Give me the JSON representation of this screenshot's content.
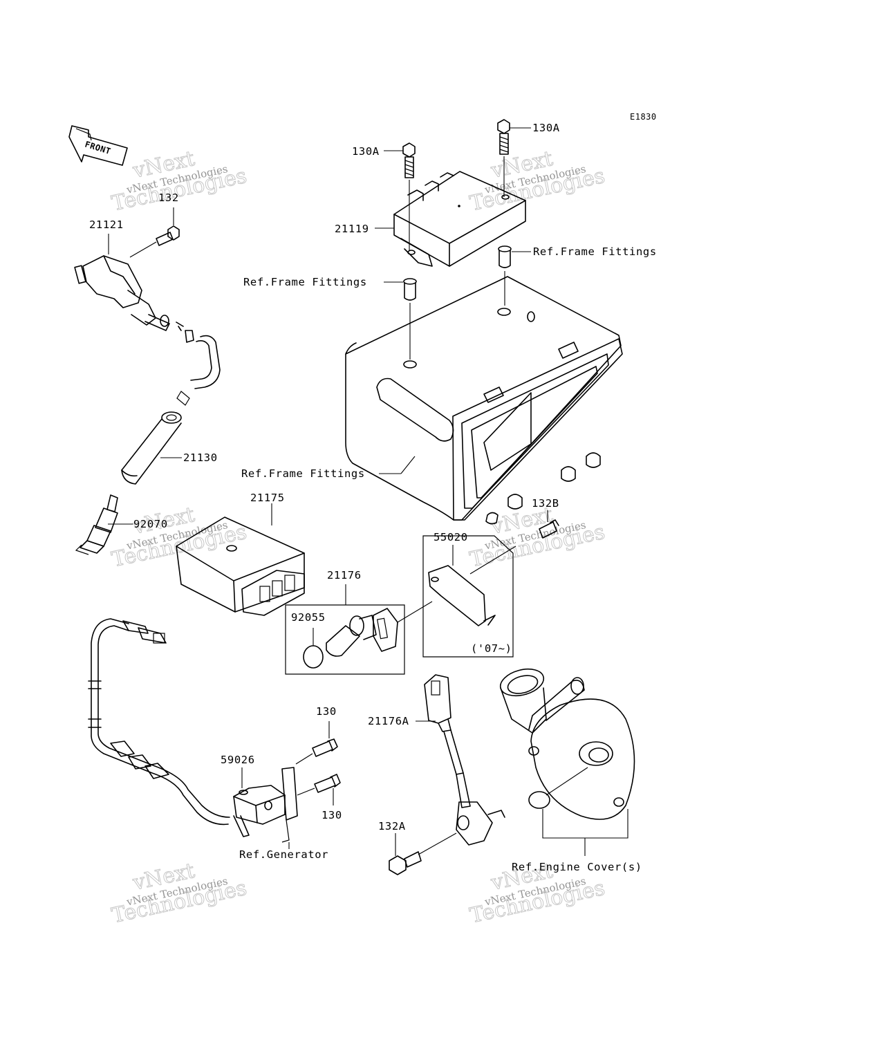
{
  "figure_code": "E1830",
  "front_arrow_label": "FRONT",
  "watermark": {
    "line1": "vNext Technologies",
    "line2": "Technologies",
    "line_top": "vNext"
  },
  "part_labels": {
    "p130A_left": "130A",
    "p130A_right": "130A",
    "p132": "132",
    "p21121": "21121",
    "p21119": "21119",
    "ref_frame_fittings_right": "Ref.Frame Fittings",
    "ref_frame_fittings_left": "Ref.Frame Fittings",
    "ref_frame_fittings_box": "Ref.Frame Fittings",
    "p21130": "21130",
    "p21175": "21175",
    "p132B": "132B",
    "p92070": "92070",
    "p55020": "55020",
    "p21176": "21176",
    "p92055": "92055",
    "year_note": "('07~)",
    "p130_top": "130",
    "p21176A": "21176A",
    "p59026": "59026",
    "p130_bottom": "130",
    "ref_generator": "Ref.Generator",
    "p132A": "132A",
    "ref_engine_cover": "Ref.Engine Cover(s)"
  }
}
